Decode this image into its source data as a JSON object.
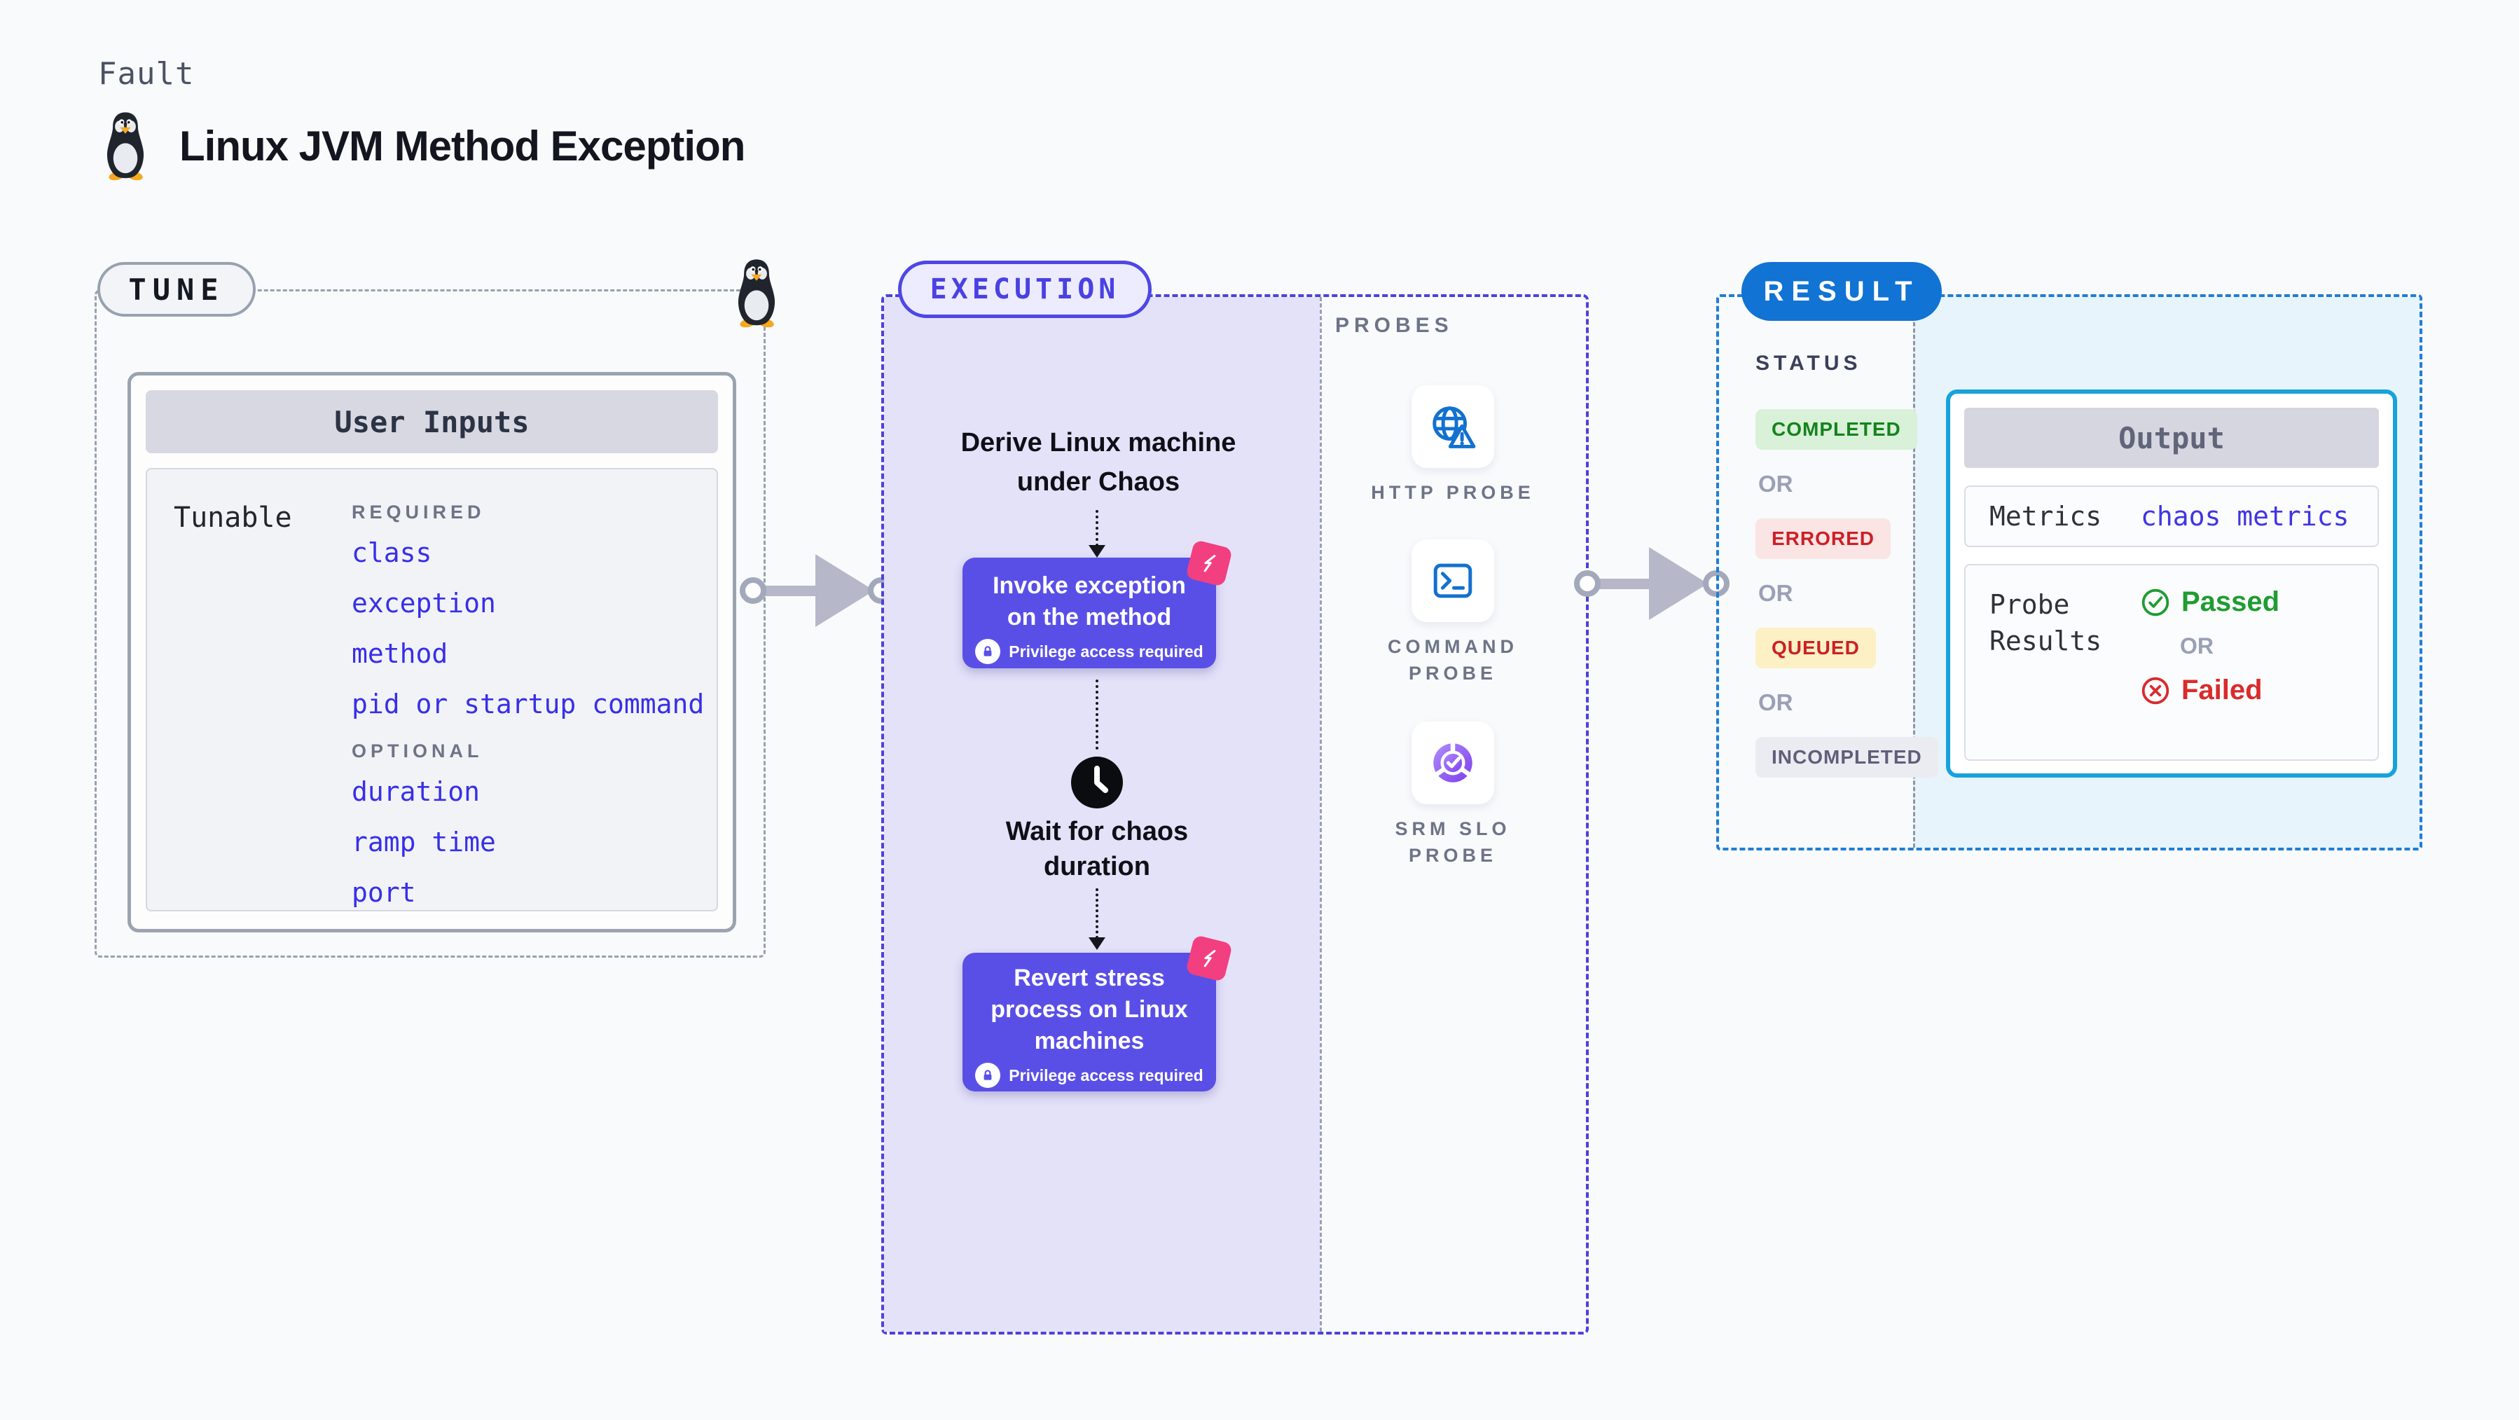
{
  "page": {
    "kicker": "Fault",
    "title": "Linux JVM Method Exception"
  },
  "tune": {
    "label": "TUNE",
    "table": {
      "header": "User Inputs",
      "row_label": "Tunable",
      "required_label": "REQUIRED",
      "required_items": [
        "class",
        "exception",
        "method",
        "pid or startup command"
      ],
      "optional_label": "OPTIONAL",
      "optional_items": [
        "duration",
        "ramp time",
        "port"
      ]
    }
  },
  "execution": {
    "label": "EXECUTION",
    "derive": "Derive Linux machine under Chaos",
    "invoke": "Invoke exception on the method",
    "wait": "Wait for chaos duration",
    "revert": "Revert stress process on Linux machines",
    "privilege": "Privilege access required"
  },
  "probes": {
    "label": "PROBES",
    "items": [
      {
        "name": "HTTP PROBE",
        "icon": "globe-alert-icon"
      },
      {
        "name": "COMMAND PROBE",
        "icon": "terminal-icon"
      },
      {
        "name": "SRM SLO PROBE",
        "icon": "slo-donut-icon"
      }
    ]
  },
  "result": {
    "label": "RESULT",
    "status": {
      "label": "STATUS",
      "or": "OR",
      "badges": [
        {
          "text": "COMPLETED",
          "kind": "completed"
        },
        {
          "text": "ERRORED",
          "kind": "errored"
        },
        {
          "text": "QUEUED",
          "kind": "queued"
        },
        {
          "text": "INCOMPLETED",
          "kind": "incompleted"
        }
      ]
    },
    "output": {
      "header": "Output",
      "metrics_label": "Metrics",
      "metrics_value": "chaos metrics",
      "probe_results_label": "Probe Results",
      "passed": "Passed",
      "or": "OR",
      "failed": "Failed"
    }
  },
  "colors": {
    "background": "#f8fafc",
    "accent_indigo": "#4f46e5",
    "node_indigo": "#594fe7",
    "link_blue": "#382fe8",
    "result_blue": "#1173d3",
    "output_border_cyan": "#17a2dc",
    "probe_icon_blue": "#1371cf",
    "chaos_pink": "#f23f80",
    "completed_green": "#15831d",
    "errored_red": "#cb2026",
    "incompleted_gray": "#5f5f7a",
    "passed_green": "#1f9c32",
    "failed_red": "#d92b2b"
  }
}
